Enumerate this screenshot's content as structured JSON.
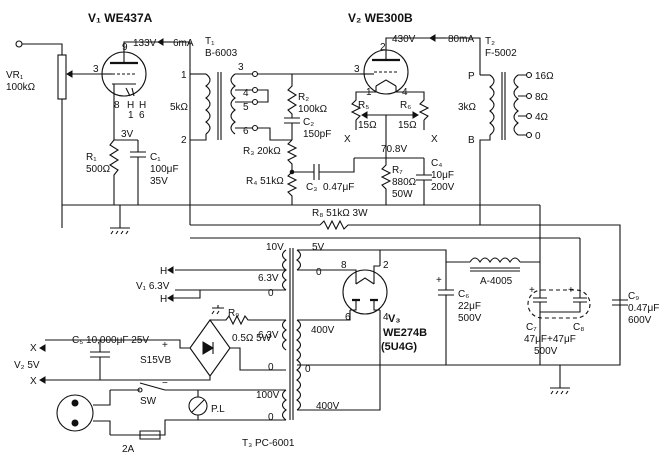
{
  "tubes": {
    "v1": {
      "name": "V₁ WE437A"
    },
    "v2": {
      "name": "V₂ WE300B"
    },
    "v3": {
      "name": "V₃",
      "name2": "WE274B",
      "name3": "(5U4G)"
    }
  },
  "transformers": {
    "t1": {
      "ref": "T₁",
      "part": "B-6003",
      "imp": "5kΩ"
    },
    "t2": {
      "ref": "T₂",
      "part": "F-5002",
      "imp": "3kΩ",
      "taps": [
        "16Ω",
        "8Ω",
        "4Ω",
        "0"
      ],
      "p": "P",
      "b": "B"
    },
    "t3": {
      "ref": "T₃ PC-6001"
    }
  },
  "voltages": {
    "v1_plate": "133V",
    "v1_current": "6mA",
    "v1_cath": "3V",
    "v2_plate": "430V",
    "v2_current": "80mA",
    "v2_cath": "70.8V",
    "t3_10v": "10V",
    "t3_63a": "6.3V",
    "t3_0a": "0",
    "t3_63b": "6.3V",
    "t3_0b": "0",
    "t3_100v": "100V",
    "t3_0c": "0",
    "t3_5v": "5V",
    "t3_0d": "0",
    "t3_400a": "400V",
    "t3_0e": "0",
    "t3_400b": "400V"
  },
  "components": {
    "vr1": {
      "ref": "VR₁",
      "val": "100kΩ"
    },
    "r1": {
      "ref": "R₁",
      "val": "500Ω"
    },
    "c1": {
      "ref": "C₁",
      "val": "100μF",
      "val2": "35V"
    },
    "r2": {
      "ref": "R₂",
      "val": "100kΩ"
    },
    "c2": {
      "ref": "C₂",
      "val": "150pF"
    },
    "r3": {
      "ref": "R₃ 20kΩ"
    },
    "r4": {
      "ref": "R₄ 51kΩ"
    },
    "c3": {
      "ref": "C₃",
      "val": "0.47μF"
    },
    "r5": {
      "ref": "R₅",
      "val": "15Ω"
    },
    "r6": {
      "ref": "R₆",
      "val": "15Ω"
    },
    "r7": {
      "ref": "R₇",
      "val": "880Ω",
      "val2": "50W"
    },
    "c4": {
      "ref": "C₄",
      "val": "10μF",
      "val2": "200V"
    },
    "r8": {
      "ref": "R₈ 51kΩ 3W"
    },
    "r9": {
      "ref": "R₉",
      "val": "0.5Ω 5W"
    },
    "c5": {
      "ref": "C₅ 10,000μF 25V"
    },
    "bridge": {
      "ref": "S15VB"
    },
    "c6": {
      "ref": "C₆",
      "val": "22μF",
      "val2": "500V"
    },
    "choke": {
      "ref": "A-4005"
    },
    "c7": {
      "ref": "C₇",
      "val": "47μF+47μF",
      "val2": "500V"
    },
    "c8": {
      "ref": "C₈"
    },
    "c9": {
      "ref": "C₉",
      "val": "0.47μF",
      "val2": "600V"
    },
    "sw": {
      "ref": "SW"
    },
    "pl": {
      "ref": "P.L"
    },
    "fuse": {
      "ref": "2A"
    }
  },
  "pins": {
    "v1_g": "3",
    "v1_p": "9",
    "v1_k1": "8",
    "v1_h1": "1",
    "v1_h2": "6",
    "v1_h": "H",
    "v1_h_b": "H",
    "v2_p": "2",
    "v2_g": "3",
    "v2_f1": "1",
    "v2_f2": "4",
    "t1_1": "1",
    "t1_2": "2",
    "t1_3": "3",
    "t1_4": "4",
    "t1_5": "5",
    "t1_6": "6",
    "v3_2": "2",
    "v3_8": "8",
    "v3_4": "4",
    "v3_6": "6"
  },
  "terminals": {
    "h": "H",
    "h2": "H",
    "v1_heater": "V₁ 6.3V",
    "x": "X",
    "x2": "X",
    "v2_heater": "V₂ 5V",
    "x_r5": "X",
    "x_r6": "X",
    "plus": "+",
    "minus": "−"
  }
}
